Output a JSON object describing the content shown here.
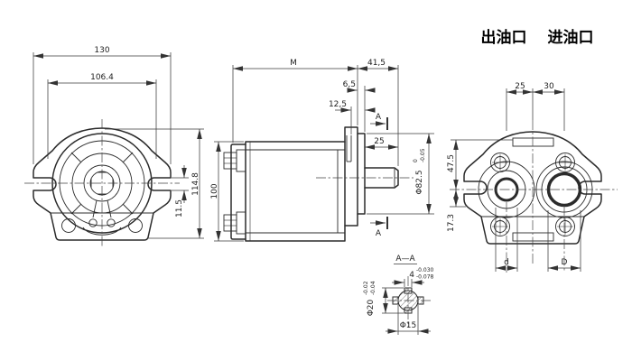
{
  "labels": {
    "outlet_port": "出油口",
    "inlet_port": "进油口"
  },
  "front_view": {
    "dim_overall_width": "130",
    "dim_mount_width": "106.4",
    "dim_overall_height": "114.8",
    "dim_slot_width": "11.5"
  },
  "side_view": {
    "dim_body_length": "M",
    "dim_front_end": "41,5",
    "dim_spigot": "6,5",
    "dim_flange": "12,5",
    "dim_shaft": "25",
    "dim_pilot_dia": "Φ82.5",
    "pilot_tol_upper": "0",
    "pilot_tol_lower": "-0.05",
    "dim_height": "100",
    "section_label": "A"
  },
  "rear_view": {
    "dim_outlet_offset": "25",
    "dim_inlet_offset": "30",
    "dim_top_height": "47.5",
    "dim_mid_height": "17.3",
    "outlet_dia_label": "d",
    "inlet_dia_label": "D"
  },
  "section_view": {
    "title": "A—A",
    "key_width": "4",
    "key_tol_upper": "-0.030",
    "key_tol_lower": "-0.078",
    "major_dia": "Φ20",
    "major_tol_upper": "-0.02",
    "major_tol_lower": "-0.04",
    "minor_dia": "Φ15"
  },
  "colors": {
    "line": "#2b2b2b",
    "dim": "#333333",
    "background": "#ffffff"
  }
}
